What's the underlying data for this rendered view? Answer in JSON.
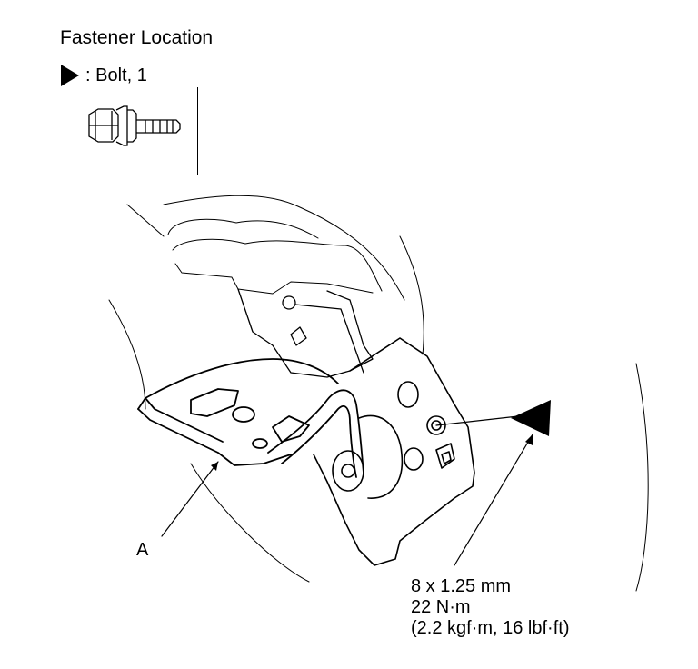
{
  "legend": {
    "title": "Fastener Location",
    "items": [
      {
        "label": ": Bolt, 1",
        "icon": "filled-triangle-icon"
      }
    ]
  },
  "callouts": {
    "part_label": "A"
  },
  "torque_spec": {
    "size": "8 x 1.25 mm",
    "torque_nm": "22 N·m",
    "torque_alt": "(2.2 kgf·m, 16 lbf·ft)"
  }
}
